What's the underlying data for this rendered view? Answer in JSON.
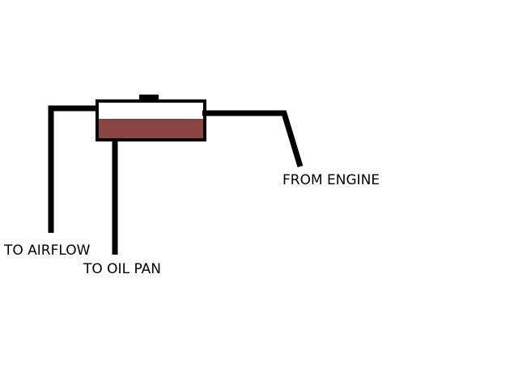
{
  "labels": {
    "to_airflow": "TO AIRFLOW",
    "to_oil_pan": "TO OIL PAN",
    "from_engine": "FROM ENGINE"
  },
  "colors": {
    "background": "#ffffff",
    "line": "#000000",
    "oil_fill": "#8b4444"
  }
}
